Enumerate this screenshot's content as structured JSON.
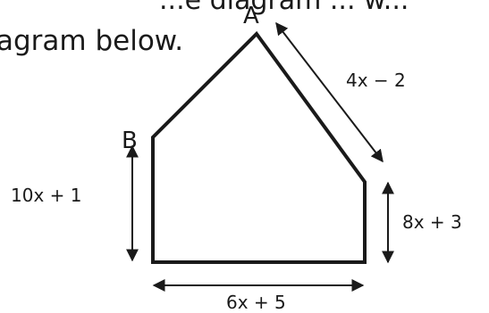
{
  "header_text": {
    "line1": "...e diagram ... w...",
    "line2": "agram below."
  },
  "vertices": {
    "a": "A",
    "b": "B"
  },
  "sides": {
    "top_right": "4x − 2",
    "left": "10x + 1",
    "right": "8x + 3",
    "bottom": "6x + 5"
  },
  "colors": {
    "ink": "#1a1a1a",
    "background": "#ffffff"
  }
}
